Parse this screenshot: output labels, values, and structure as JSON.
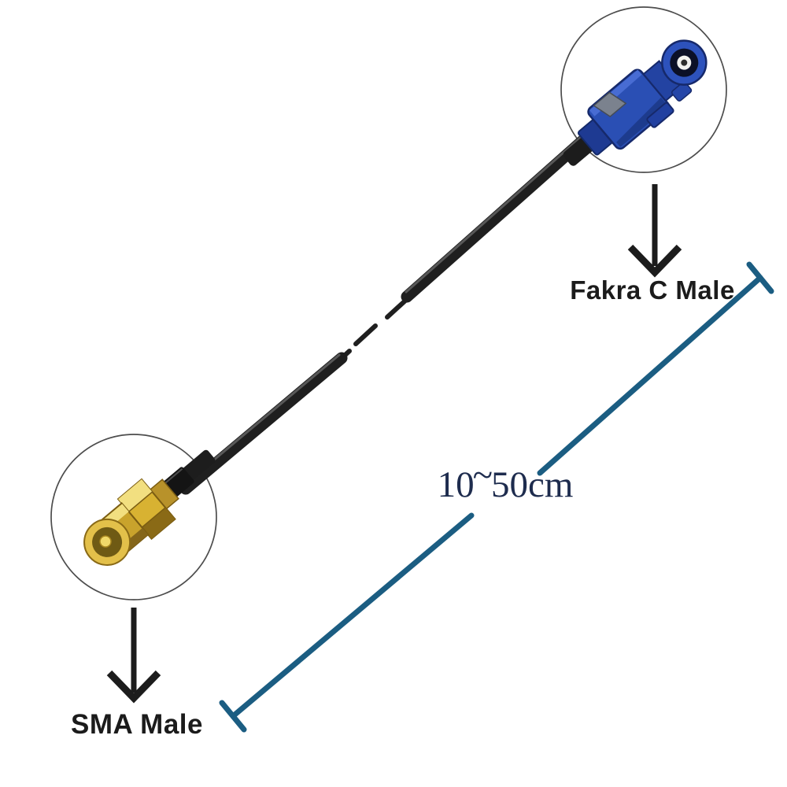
{
  "scene": {
    "description": "Coax pigtail cable product diagram: Fakra C Male to SMA Male, variable length",
    "background_color": "#ffffff"
  },
  "connectors": {
    "fakra": {
      "label": "Fakra C Male",
      "body_color": "#2a4fb4"
    },
    "sma": {
      "label": "SMA Male",
      "body_color": "#d8b232"
    }
  },
  "cable": {
    "color": "#1f1f1f",
    "style": "broken-with-dashes"
  },
  "measurement": {
    "from": "10",
    "tilde": "~",
    "to": "50cm",
    "value": "10~50cm",
    "line_color": "#1b5d82",
    "text_color": "#1e2c4e"
  },
  "annotation": {
    "label_color": "#1b1b1b",
    "arrow_color": "#1c1c1c",
    "circle_outline_color": "#4d4d4d"
  }
}
